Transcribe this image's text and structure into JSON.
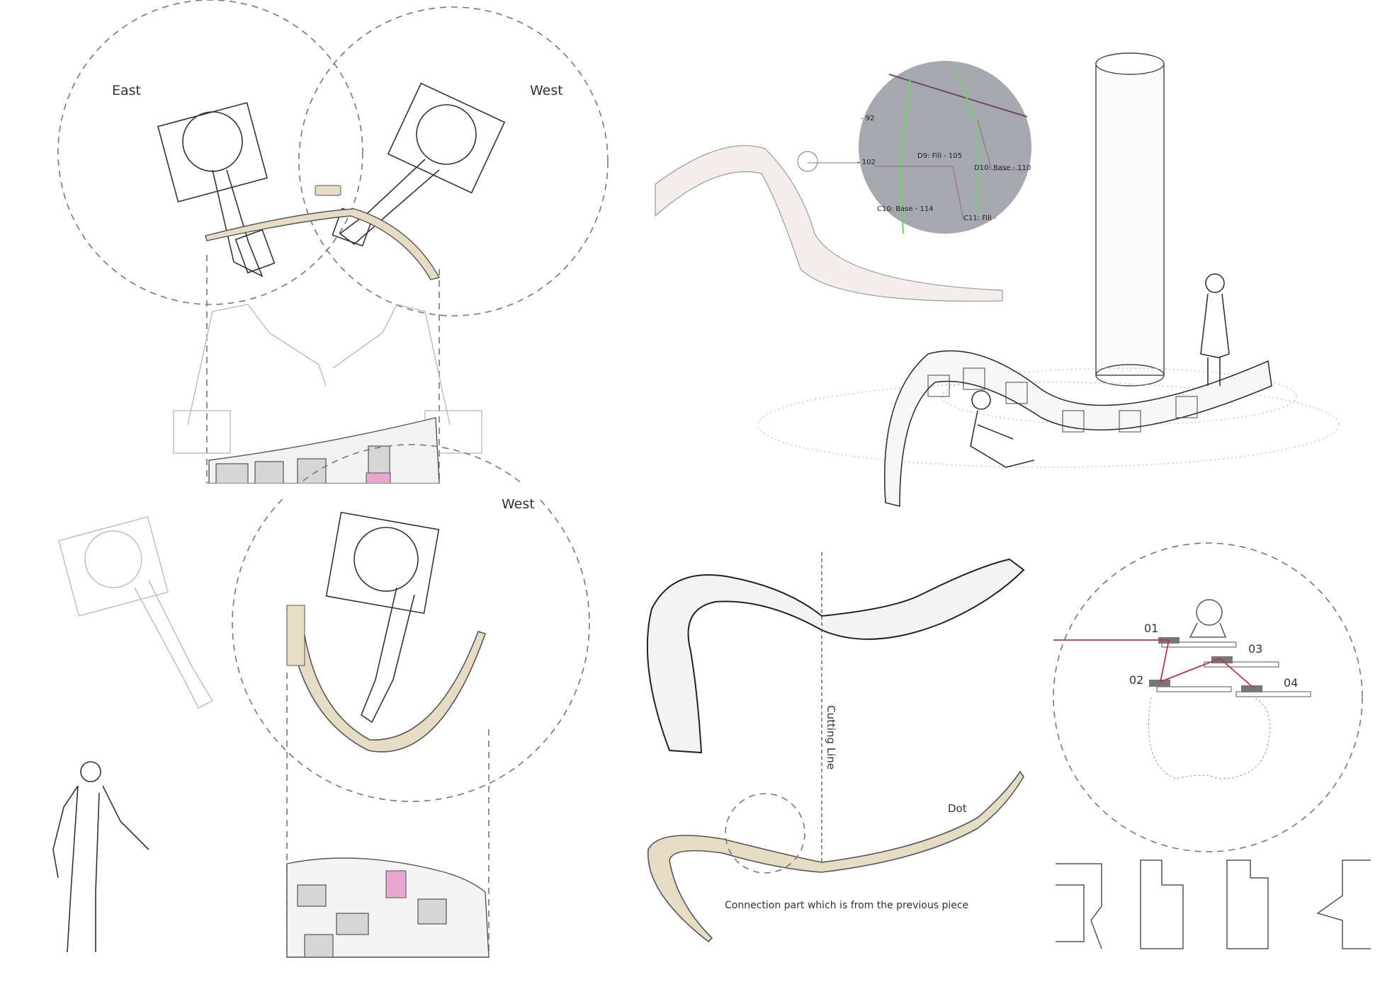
{
  "panels": {
    "top_left": {
      "label_east": "East",
      "label_west": "West"
    },
    "bottom_left": {
      "label_west": "West"
    },
    "top_right": {
      "detail_labels": [
        "- 92",
        "- 102",
        "D9: Fill - 105",
        "D10: Base - 110",
        "C10: Base - 114",
        "C11: Fill -"
      ]
    },
    "bottom_right": {
      "cutting_line": "Cutting Line",
      "dot": "Dot",
      "connection_note": "Connection part which is from the previous piece",
      "steps": [
        "01",
        "02",
        "03",
        "04"
      ]
    }
  },
  "colors": {
    "highlight_brick": "#e9a9cf",
    "formwork": "#e6dcc4",
    "detail_bg": "#a5a9af",
    "path_red": "#c0333f",
    "detail_green": "#6fd26a"
  }
}
